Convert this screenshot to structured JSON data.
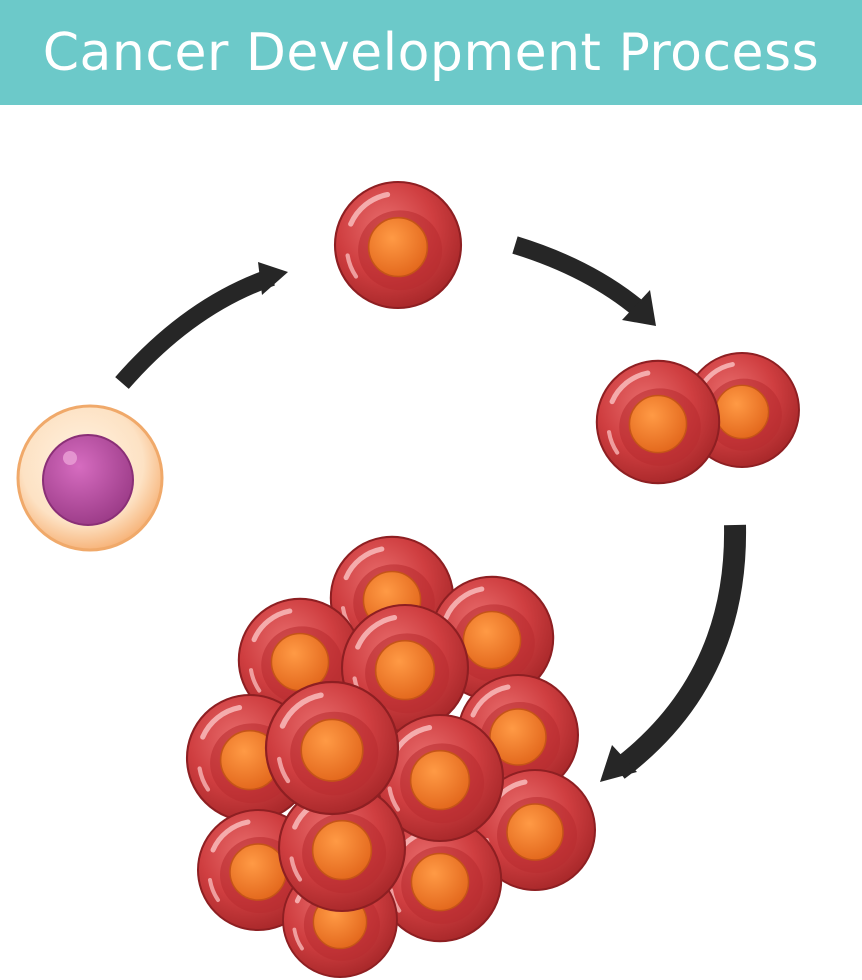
{
  "title": "Cancer Development Process",
  "colors": {
    "title_bar": "#6cc9c9",
    "title_text": "#ffffff",
    "arrow": "#262626",
    "normal_cell_body": "#f9c89a",
    "normal_cell_nucleus": "#bb4c9e",
    "cancer_cell_body": "#c73538",
    "cancer_cell_nucleus": "#f07a2a"
  },
  "stages": [
    {
      "name": "normal-cell",
      "description_icon": "normal-cell-icon"
    },
    {
      "name": "mutated-cell",
      "description_icon": "mutated-cell-icon"
    },
    {
      "name": "dividing-cells",
      "description_icon": "dividing-cells-icon"
    },
    {
      "name": "tumor-cluster",
      "description_icon": "tumor-icon"
    }
  ]
}
